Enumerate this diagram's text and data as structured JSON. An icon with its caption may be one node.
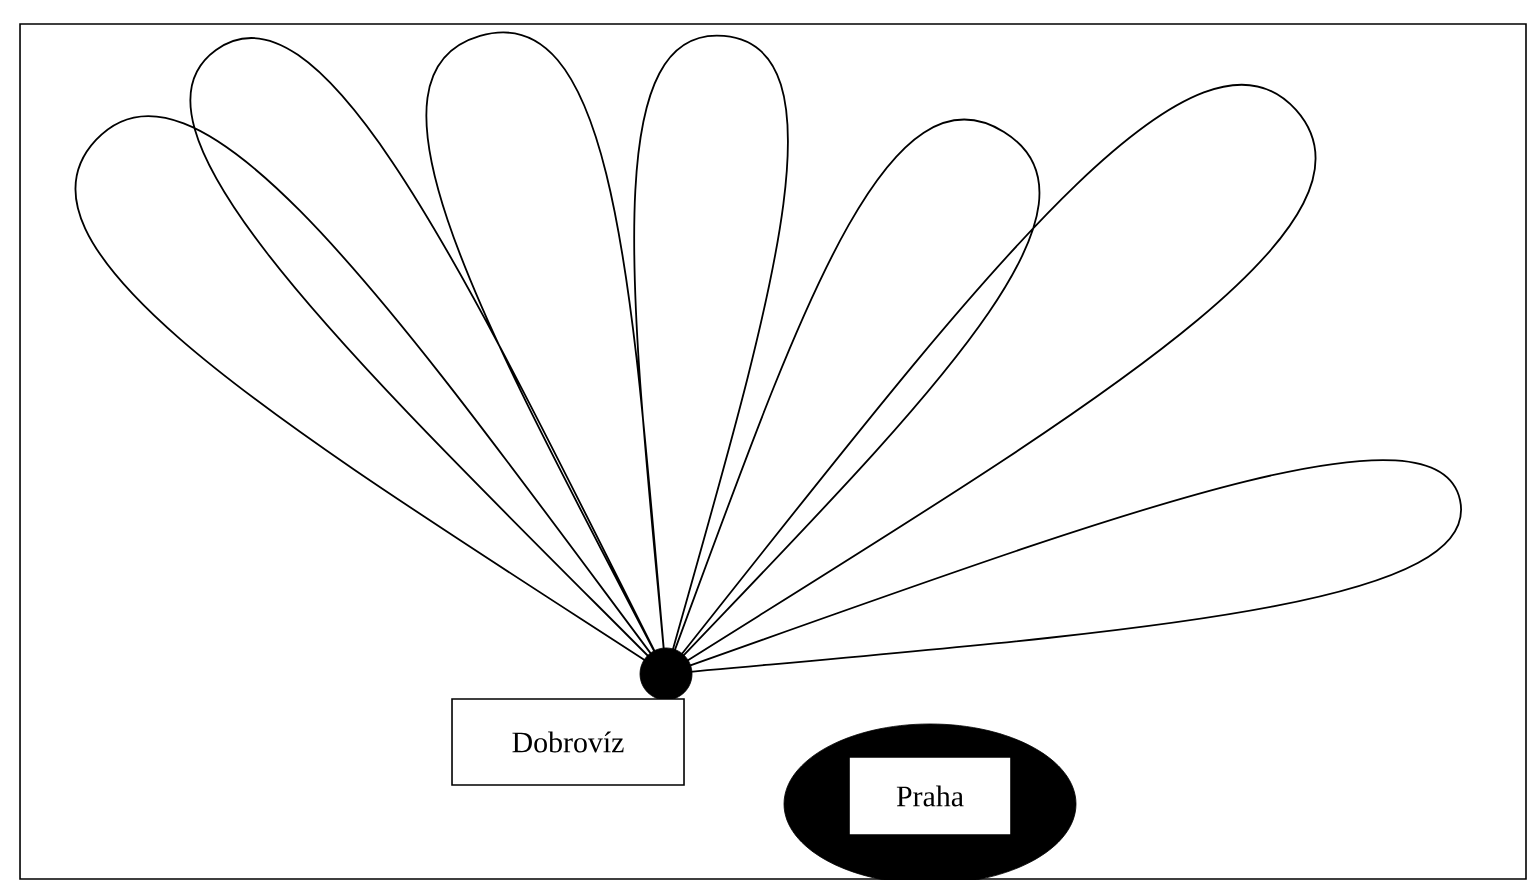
{
  "diagram": {
    "nodes": [
      {
        "text": [],
        "shape": "circle"
      },
      {
        "text": [
          "Dobrovíz"
        ]
      },
      {
        "text": [],
        "shape": "ellipse"
      },
      {
        "text": [
          "Praha"
        ],
        "in": 2
      }
    ]
  }
}
